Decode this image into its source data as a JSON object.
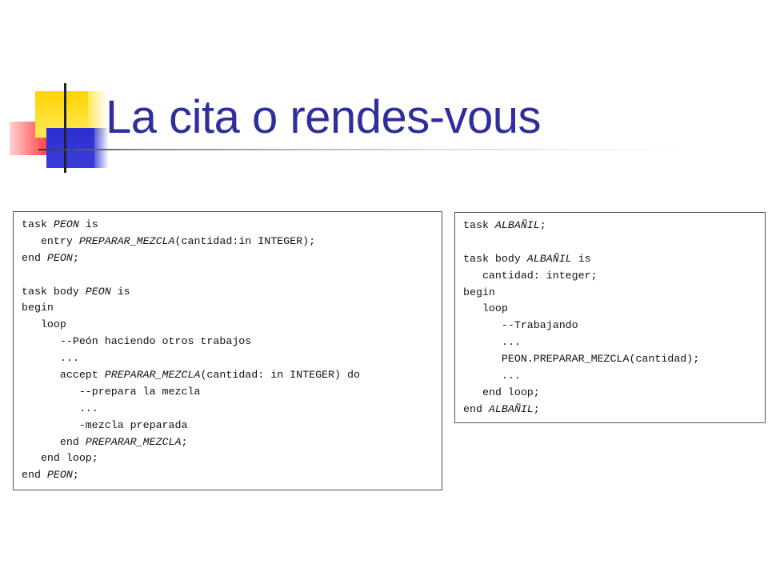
{
  "slide": {
    "title": "La cita o rendes-vous"
  },
  "code_left": {
    "lines": [
      [
        {
          "t": "task ",
          "s": "n"
        },
        {
          "t": "PEON",
          "s": "i"
        },
        {
          "t": " is",
          "s": "n"
        }
      ],
      [
        {
          "t": "   entry ",
          "s": "n"
        },
        {
          "t": "PREPARAR_MEZCLA",
          "s": "i"
        },
        {
          "t": "(cantidad:in INTEGER);",
          "s": "n"
        }
      ],
      [
        {
          "t": "end ",
          "s": "n"
        },
        {
          "t": "PEON",
          "s": "i"
        },
        {
          "t": ";",
          "s": "n"
        }
      ],
      [],
      [
        {
          "t": "task body ",
          "s": "n"
        },
        {
          "t": "PEON",
          "s": "i"
        },
        {
          "t": " is",
          "s": "n"
        }
      ],
      [
        {
          "t": "begin",
          "s": "n"
        }
      ],
      [
        {
          "t": "   loop",
          "s": "n"
        }
      ],
      [
        {
          "t": "      --Peón haciendo otros trabajos",
          "s": "n"
        }
      ],
      [
        {
          "t": "      ...",
          "s": "n"
        }
      ],
      [
        {
          "t": "      accept ",
          "s": "n"
        },
        {
          "t": "PREPARAR_MEZCLA",
          "s": "i"
        },
        {
          "t": "(cantidad: in INTEGER) do",
          "s": "n"
        }
      ],
      [
        {
          "t": "         --prepara la mezcla",
          "s": "n"
        }
      ],
      [
        {
          "t": "         ...",
          "s": "n"
        }
      ],
      [
        {
          "t": "         -mezcla preparada",
          "s": "n"
        }
      ],
      [
        {
          "t": "      end ",
          "s": "n"
        },
        {
          "t": "PREPARAR_MEZCLA",
          "s": "i"
        },
        {
          "t": ";",
          "s": "n"
        }
      ],
      [
        {
          "t": "   end loop;",
          "s": "n"
        }
      ],
      [
        {
          "t": "end ",
          "s": "n"
        },
        {
          "t": "PEON",
          "s": "i"
        },
        {
          "t": ";",
          "s": "n"
        }
      ]
    ]
  },
  "code_right": {
    "lines": [
      [
        {
          "t": "task ",
          "s": "n"
        },
        {
          "t": "ALBAÑIL",
          "s": "i"
        },
        {
          "t": ";",
          "s": "n"
        }
      ],
      [],
      [
        {
          "t": "task body ",
          "s": "n"
        },
        {
          "t": "ALBAÑIL",
          "s": "i"
        },
        {
          "t": " is",
          "s": "n"
        }
      ],
      [
        {
          "t": "   cantidad: integer;",
          "s": "n"
        }
      ],
      [
        {
          "t": "begin",
          "s": "n"
        }
      ],
      [
        {
          "t": "   loop",
          "s": "n"
        }
      ],
      [
        {
          "t": "      --Trabajando",
          "s": "n"
        }
      ],
      [
        {
          "t": "      ...",
          "s": "n"
        }
      ],
      [
        {
          "t": "      PEON.PREPARAR_MEZCLA(cantidad);",
          "s": "n"
        }
      ],
      [
        {
          "t": "      ...",
          "s": "n"
        }
      ],
      [
        {
          "t": "   end loop;",
          "s": "n"
        }
      ],
      [
        {
          "t": "end ",
          "s": "n"
        },
        {
          "t": "ALBAÑIL",
          "s": "i"
        },
        {
          "t": ";",
          "s": "n"
        }
      ]
    ]
  }
}
